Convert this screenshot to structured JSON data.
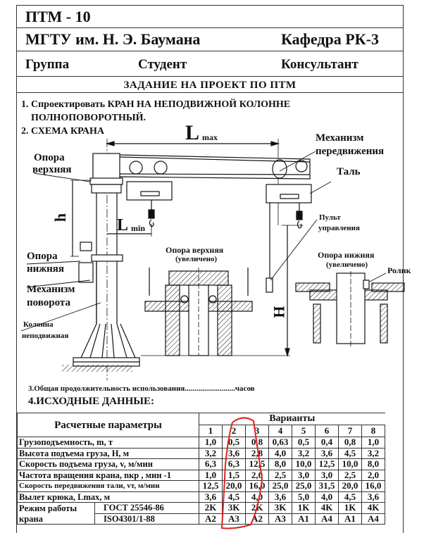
{
  "header": {
    "code": "ПТМ - 10",
    "university": "МГТУ им. Н. Э. Баумана",
    "department": "Кафедра  РК-3",
    "group_label": "Группа",
    "student_label": "Студент",
    "consultant_label": "Консультант",
    "title": "ЗАДАНИЕ  НА  ПРОЕКТ  ПО  ПТМ"
  },
  "task": {
    "item1_line1": "1. Спроектировать КРАН НА НЕПОДВИЖНОЙ КОЛОННЕ",
    "item1_line2": "ПОЛНОПОВОРОТНЫЙ.",
    "item2": "2.  СХЕМА  КРАНА",
    "item3": "3.Общая продолжительность использования..........................часов",
    "item4": "4.ИСХОДНЫЕ ДАННЫЕ:"
  },
  "scheme": {
    "lmax_L": "L",
    "lmax_sub": "max",
    "lmin_L": "L",
    "lmin_sub": "min",
    "h_label": "h",
    "H_label": "H",
    "upper_support_1": "Опора",
    "upper_support_2": "верхняя",
    "lower_support_1": "Опора",
    "lower_support_2": "нижняя",
    "slew_mech_1": "Механизм",
    "slew_mech_2": "поворота",
    "column_1": "Колонна",
    "column_2": "неподвижная",
    "travel_mech_1": "Механизм",
    "travel_mech_2": "передвижения",
    "hoist": "Таль",
    "pendant_1": "Пульт",
    "pendant_2": "управления",
    "upper_detail_1": "Опора верхняя",
    "upper_detail_2": "(увеличено)",
    "lower_detail_1": "Опора нижняя",
    "lower_detail_2": "(увеличено)",
    "roller": "Ролик"
  },
  "table": {
    "params_header": "Расчетные параметры",
    "variants_header": "Варианты",
    "variants": [
      "1",
      "2",
      "3",
      "4",
      "5",
      "6",
      "7",
      "8"
    ],
    "rows": [
      {
        "label": "Грузоподъемность, m, т",
        "values": [
          "1,0",
          "0,5",
          "0,8",
          "0,63",
          "0,5",
          "0,4",
          "0,8",
          "1,0"
        ]
      },
      {
        "label": "Высота подъема груза, H, м",
        "values": [
          "3,2",
          "3,6",
          "2,8",
          "4,0",
          "3,2",
          "3,6",
          "4,5",
          "3,2"
        ]
      },
      {
        "label": "Скорость подъема груза, v, м/мин",
        "values": [
          "6,3",
          "6,3",
          "12,5",
          "8,0",
          "10,0",
          "12,5",
          "10,0",
          "8,0"
        ]
      },
      {
        "label": "Частота вращения крана, nкр , мин -1",
        "values": [
          "1,0",
          "1,5",
          "2,0",
          "2,5",
          "3,0",
          "3,0",
          "2,5",
          "2,0"
        ]
      },
      {
        "label": "Скорость передвижения тали, vт, м/мин",
        "values": [
          "12,5",
          "20,0",
          "16,0",
          "25,0",
          "25,0",
          "31,5",
          "20,0",
          "16,0"
        ]
      },
      {
        "label": "Вылет крюка, Lmax, м",
        "values": [
          "3,6",
          "4,5",
          "4,0",
          "3,6",
          "5,0",
          "4,0",
          "4,5",
          "3,6"
        ]
      }
    ],
    "mode_label_1": "Режим работы",
    "mode_label_2": "крана",
    "gost_label": "ГОСТ 25546-86",
    "iso_label": "ISO4301/1-88",
    "gost_values": [
      "2K",
      "3K",
      "2K",
      "3K",
      "1K",
      "4K",
      "1K",
      "4K"
    ],
    "iso_values": [
      "A2",
      "A3",
      "A2",
      "A3",
      "A1",
      "A4",
      "A1",
      "A4"
    ]
  },
  "annotation": {
    "selected_variant": "2",
    "color": "#e02020"
  }
}
